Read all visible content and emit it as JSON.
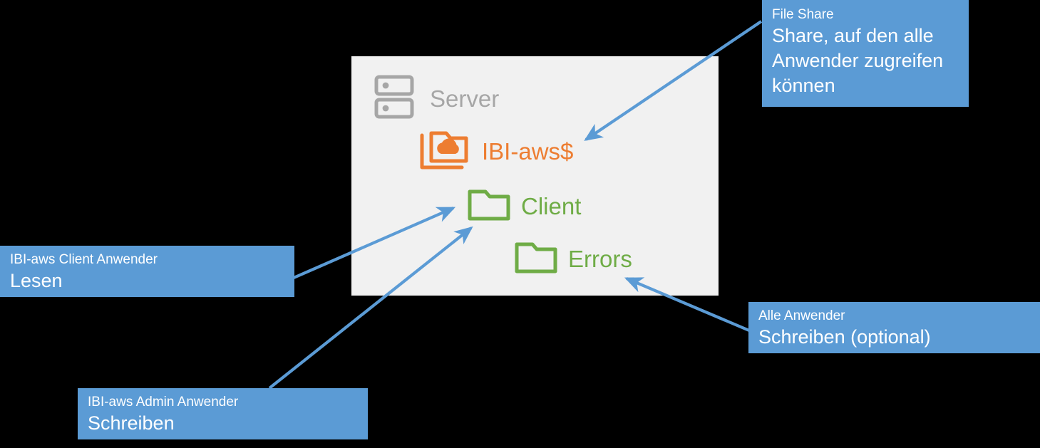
{
  "diagram": {
    "title": "File share permission diagram",
    "background_color": "#000000",
    "colors": {
      "callout": "#5B9BD5",
      "arrow": "#5B9BD5",
      "server_panel": "#F1F1F1",
      "server_grey": "#A6A6A6",
      "share_orange": "#ED7D31",
      "folder_green": "#6FAC46",
      "callout_text": "#FFFFFF"
    }
  },
  "server": {
    "icon": "server-rack-icon",
    "label": "Server",
    "share": {
      "icon": "cloud-folder-icon",
      "label": "IBI-aws$"
    },
    "folders": [
      {
        "icon": "folder-icon",
        "label": "Client"
      },
      {
        "icon": "folder-icon",
        "label": "Errors"
      }
    ]
  },
  "callouts": [
    {
      "id": "file-share",
      "title": "File Share",
      "body": "Share, auf den alle Anwender zugreifen können",
      "target": "IBI-aws$"
    },
    {
      "id": "client-user",
      "title": "IBI-aws Client Anwender",
      "body": "Lesen",
      "target": "Client"
    },
    {
      "id": "admin-user",
      "title": "IBI-aws Admin Anwender",
      "body": "Schreiben",
      "target": "Client"
    },
    {
      "id": "all-users",
      "title": "Alle Anwender",
      "body": "Schreiben (optional)",
      "target": "Errors"
    }
  ]
}
